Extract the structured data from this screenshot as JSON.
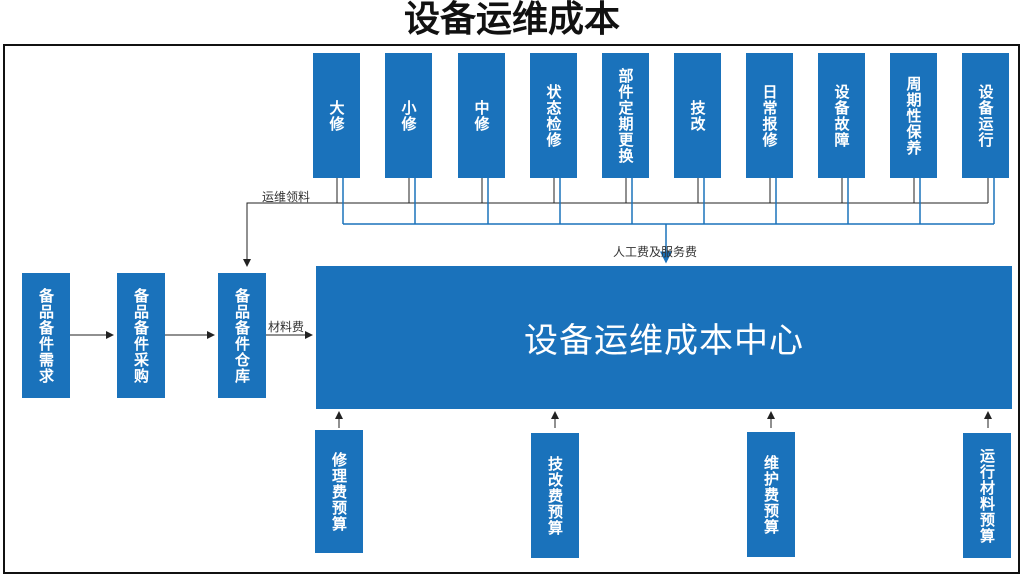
{
  "title": "设备运维成本",
  "top_boxes": [
    "大修",
    "小修",
    "中修",
    "状态检修",
    "部件定期更换",
    "技改",
    "日常报修",
    "设备故障",
    "周期性保养",
    "设备运行"
  ],
  "left_boxes": [
    "备品备件需求",
    "备品备件采购",
    "备品备件仓库"
  ],
  "center": "设备运维成本中心",
  "bottom_boxes": [
    "修理费预算",
    "技改费预算",
    "维护费预算",
    "运行材料预算"
  ],
  "labels": {
    "yunwei": "运维领料",
    "rengong": "人工费及服务费",
    "cailiao": "材料费"
  },
  "colors": {
    "box": "#1a72bb",
    "line_dark": "#222222",
    "line_blue": "#1a72bb"
  }
}
